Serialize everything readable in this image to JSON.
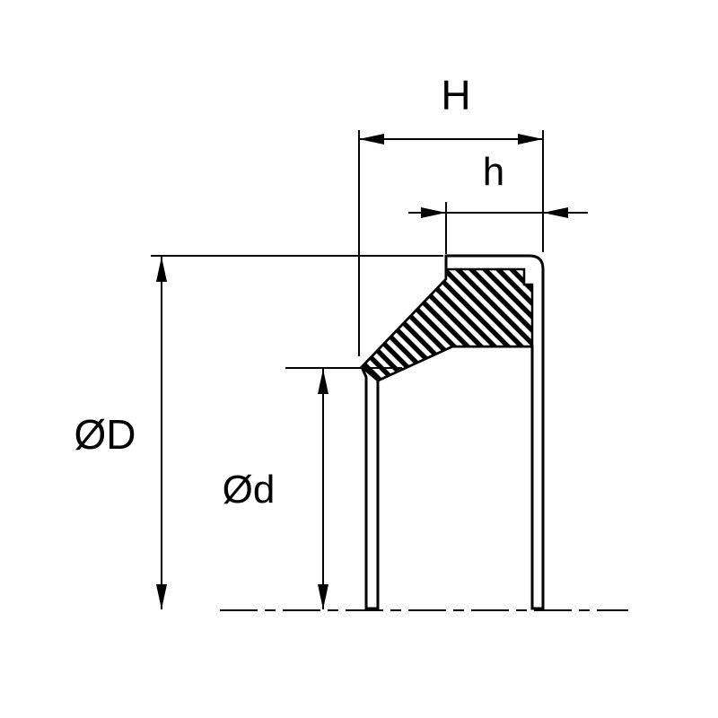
{
  "drawing": {
    "background_color": "#ffffff",
    "line_color": "#000000",
    "labels": {
      "total_width": "H",
      "lip_width": "h",
      "outer_diameter": "ØD",
      "inner_diameter": "Ød"
    }
  }
}
